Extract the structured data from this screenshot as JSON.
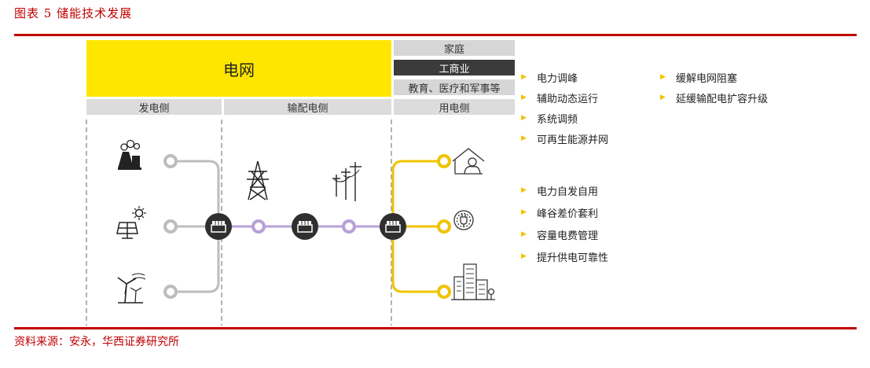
{
  "caption": "图表 5   储能技术发展",
  "source": "资料来源：安永，华西证券研究所",
  "header": {
    "grid_label": "电网",
    "user_types": [
      "家庭",
      "工商业",
      "教育、医疗和军事等"
    ]
  },
  "sides": {
    "generation": "发电侧",
    "transmission": "输配电侧",
    "consumption": "用电侧"
  },
  "benefits": {
    "grid_col1": [
      "电力调峰",
      "辅助动态运行",
      "系统调频",
      "可再生能源并网"
    ],
    "grid_col2": [
      "缓解电网阻塞",
      "延缓输配电扩容升级"
    ],
    "user": [
      "电力自发自用",
      "峰谷差价套利",
      "容量电费管理",
      "提升供电可靠性"
    ]
  },
  "icons": {
    "generation": [
      "power-plant-icon",
      "solar-panel-icon",
      "wind-turbine-icon"
    ],
    "transmission": [
      "transmission-tower-icon",
      "utility-pole-icon"
    ],
    "consumption": [
      "house-person-icon",
      "power-plug-icon",
      "office-building-icon"
    ],
    "storage": "battery-storage-icon"
  },
  "colors": {
    "accent_red": "#c00000",
    "grid_yellow": "#ffe600",
    "gen_line": "#bdbdbd",
    "trans_line": "#b7a0d8",
    "user_line": "#f0c400",
    "storage_node": "#2f2f2f"
  }
}
